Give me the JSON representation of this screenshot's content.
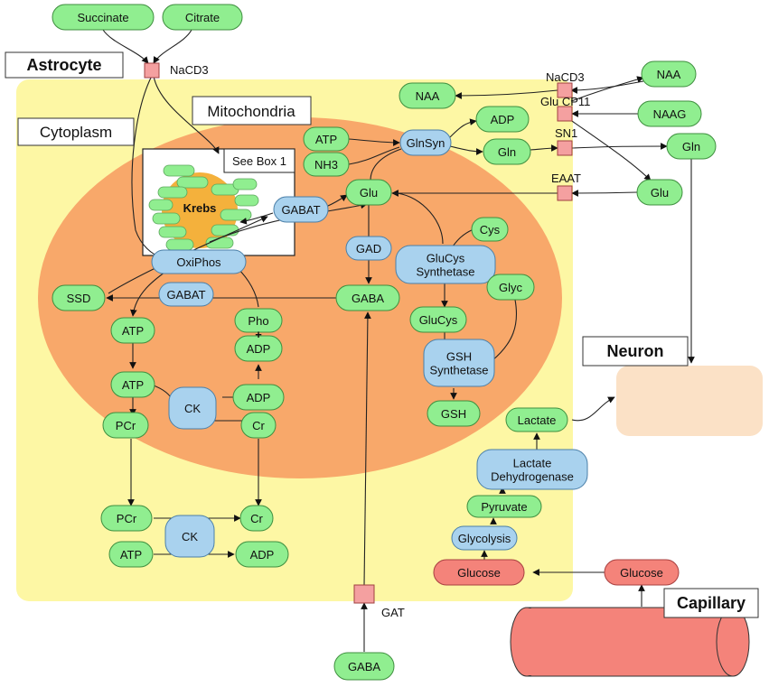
{
  "colors": {
    "green": "#90ee90",
    "blue": "#a9d2ee",
    "red": "#f4837a",
    "pink": "#f4a0a0",
    "cytoplasm": "#fdf7a4",
    "mitochondria": "#f8a86a",
    "krebs": "#f4b13c",
    "neuron": "#fbe1c6"
  },
  "labels": {
    "astrocyte": "Astrocyte",
    "cytoplasm": "Cytoplasm",
    "mitochondria": "Mitochondria",
    "neuron": "Neuron",
    "capillary": "Capillary",
    "see_box": "See Box 1",
    "krebs": "Krebs",
    "nacd3_top": "NaCD3",
    "nacd3_right": "NaCD3",
    "glu_cp11": "Glu CP11",
    "sn1": "SN1",
    "eaat": "EAAT",
    "gat": "GAT"
  },
  "nodes": {
    "succinate": "Succinate",
    "citrate": "Citrate",
    "naa_left": "NAA",
    "naa_right": "NAA",
    "naag": "NAAG",
    "atp_mito": "ATP",
    "nh3": "NH3",
    "glnsyn": "GlnSyn",
    "adp_top": "ADP",
    "gln_mid": "Gln",
    "gln_right": "Gln",
    "glu_mito": "Glu",
    "glu_right": "Glu",
    "gabat_mito": "GABAT",
    "cys": "Cys",
    "gad": "GAD",
    "glucys_synth_1": "GluCys",
    "glucys_synth_2": "Synthetase",
    "glyc": "Glyc",
    "oxiphos": "OxiPhos",
    "ssd": "SSD",
    "gabat_cyto": "GABAT",
    "gaba_mito": "GABA",
    "glucys": "GluCys",
    "atp_1": "ATP",
    "pho": "Pho",
    "plus": "+",
    "adp_mid": "ADP",
    "gsh_synth_1": "GSH",
    "gsh_synth_2": "Synthetase",
    "atp_2": "ATP",
    "ck_mito": "CK",
    "adp_2": "ADP",
    "gsh": "GSH",
    "pcr_1": "PCr",
    "cr_1": "Cr",
    "lactate": "Lactate",
    "ldh_1": "Lactate",
    "ldh_2": "Dehydrogenase",
    "pyruvate": "Pyruvate",
    "pcr_2": "PCr",
    "ck_cyto": "CK",
    "cr_2": "Cr",
    "glycolysis": "Glycolysis",
    "atp_3": "ATP",
    "adp_3": "ADP",
    "glucose_in": "Glucose",
    "glucose_out": "Glucose",
    "gaba_ext": "GABA"
  }
}
